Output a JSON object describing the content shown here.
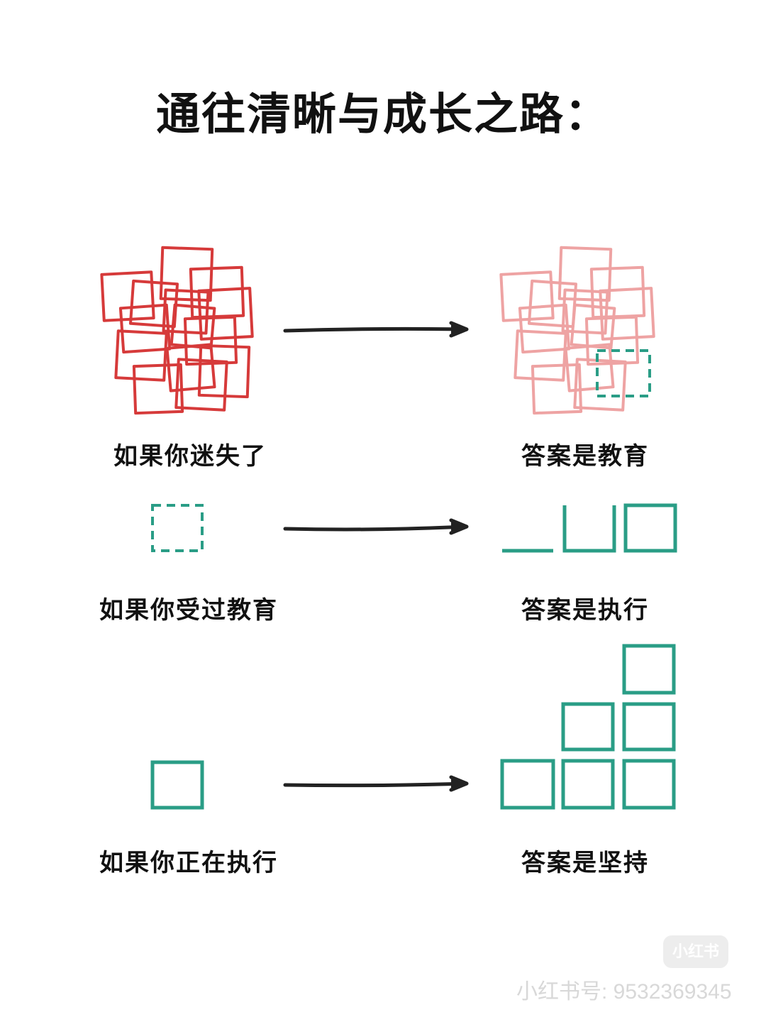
{
  "title": "通往清晰与成长之路：",
  "rows": [
    {
      "left_label": "如果你迷失了",
      "right_label": "答案是教育"
    },
    {
      "left_label": "如果你受过教育",
      "right_label": "答案是执行"
    },
    {
      "left_label": "如果你正在执行",
      "right_label": "答案是坚持"
    }
  ],
  "colors": {
    "red": "#d63a3a",
    "pink": "#eea3a3",
    "teal": "#2a9d86",
    "arrow": "#222222"
  },
  "watermark": {
    "logo": "小红书",
    "id": "小红书号: 9532369345"
  }
}
